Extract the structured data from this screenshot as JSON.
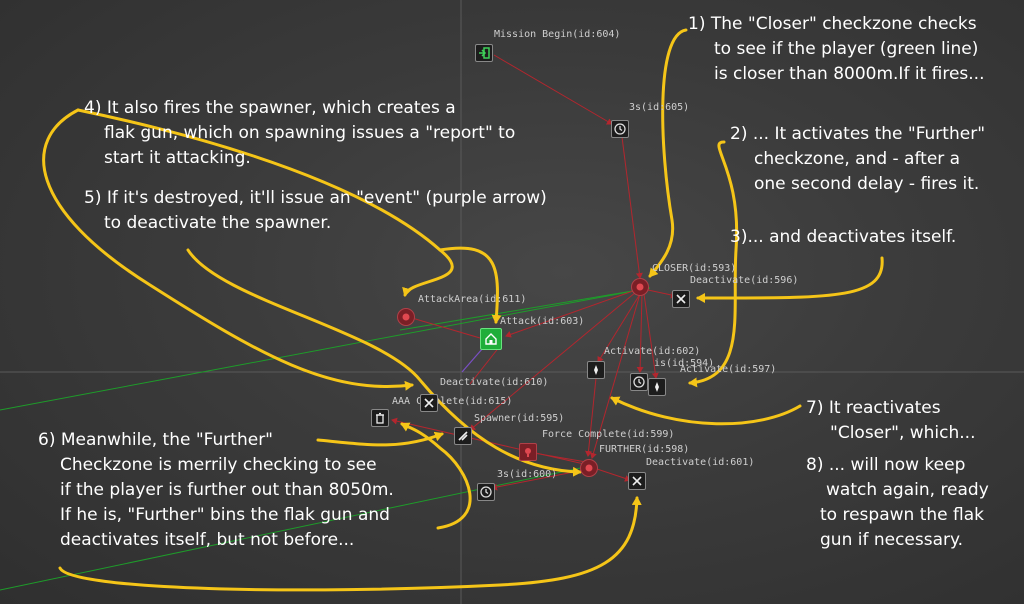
{
  "nodes": {
    "mission_begin": "Mission Begin(id:604)",
    "delay_605": "3s(id:605)",
    "closer": "CLOSER(id:593)",
    "deactivate_596": "Deactivate(id:596)",
    "attack_area": "AttackArea(id:611)",
    "attack_overlap": "Attack(id:603)",
    "activate_602": "Activate(id:602)",
    "is_594": "is(id:594)",
    "activate_597": "Activate(id:597)",
    "deactivate_610": "Deactivate(id:610)",
    "aaa_complete": "AAA Complete(id:615)",
    "spawner": "Spawner(id:595)",
    "force_complete": "Force Complete(id:599)",
    "further": "FURTHER(id:598)",
    "deactivate_601": "Deactivate(id:601)",
    "delay_600": "3s(id:600)"
  },
  "notes": {
    "n1": [
      "1) The \"Closer\" checkzone checks",
      "to see if the player (green line)",
      "is closer than 8000m.If it fires..."
    ],
    "n2": [
      "2)  ... It activates the \"Further\"",
      "checkzone, and - after a",
      "one second delay - fires it."
    ],
    "n3": "3)... and deactivates itself.",
    "n4": [
      "4) It also fires the spawner, which creates a",
      "flak gun, which on spawning issues a \"report\" to",
      "start it attacking."
    ],
    "n5": [
      "5) If it's destroyed, it'll issue an \"event\" (purple arrow)",
      "to deactivate the spawner."
    ],
    "n6": [
      "6) Meanwhile, the \"Further\"",
      "Checkzone is merrily checking to see",
      "if the player is further out than 8050m.",
      "If he is, \"Further\" bins the flak gun and",
      "deactivates itself, but not before..."
    ],
    "n7": [
      "7) It reactivates",
      "\"Closer\", which..."
    ],
    "n8": [
      "8) ... will now keep",
      "watch again, ready",
      "to respawn the flak",
      "gun if necessary."
    ]
  },
  "colors": {
    "annotation_arrow": "#f5c518",
    "link_red": "#b3262e",
    "player_line": "#1e9c2a",
    "event_line": "#7a4fc4"
  }
}
